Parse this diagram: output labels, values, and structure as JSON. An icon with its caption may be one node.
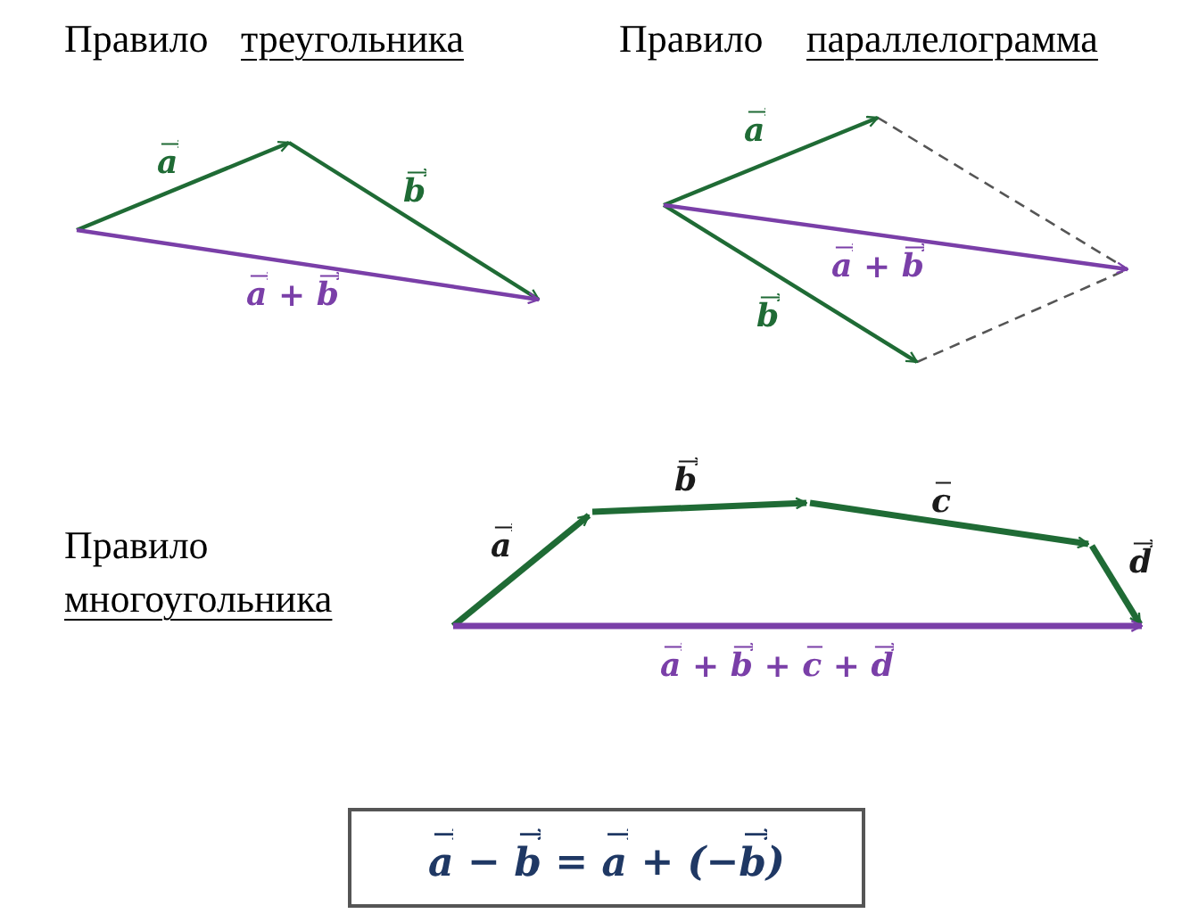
{
  "diagram": {
    "nodes": [
      {
        "text": [
          "a − b = a + (−b)"
        ]
      }
    ],
    "labels": [
      "Правило",
      "треугольника",
      "Правило",
      "параллелограмма",
      "a",
      "b",
      "a",
      "a + b",
      "a + b",
      "b",
      "b",
      "c",
      "Правило",
      "a",
      "d",
      "многоугольника",
      "a + b + c + d"
    ]
  }
}
